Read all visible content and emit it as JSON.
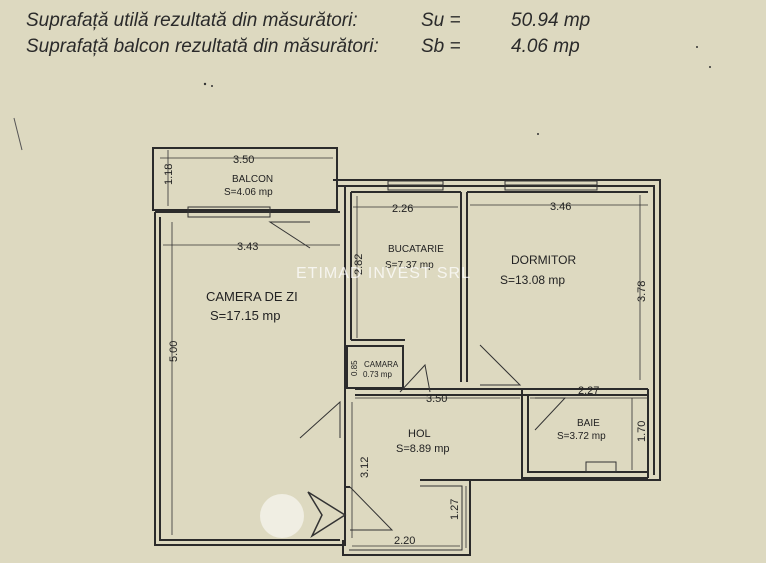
{
  "header": {
    "line1": {
      "label": "Suprafață utilă rezultată din măsurători:",
      "symbol": "Su =",
      "value": "50.94 mp"
    },
    "line2": {
      "label": "Suprafață balcon rezultată din măsurători:",
      "symbol": "Sb =",
      "value": "4.06 mp"
    }
  },
  "watermark": "ETIMAD INVEST SRL",
  "rooms": {
    "balcon": {
      "name": "BALCON",
      "area": "S=4.06 mp"
    },
    "camera_de_zi": {
      "name": "CAMERA DE ZI",
      "area": "S=17.15 mp"
    },
    "bucatarie": {
      "name": "BUCATARIE",
      "area": "S=7.37 mp"
    },
    "dormitor": {
      "name": "DORMITOR",
      "area": "S=13.08 mp"
    },
    "camara": {
      "name": "CAMARA",
      "area": "0.73 mp"
    },
    "hol": {
      "name": "HOL",
      "area": "S=8.89 mp"
    },
    "baie": {
      "name": "BAIE",
      "area": "S=3.72 mp"
    }
  },
  "dimensions": {
    "balcon_width": "3.50",
    "balcon_depth": "1.18",
    "camera_width": "3.43",
    "camera_length": "5.00",
    "bucatarie_width": "2.26",
    "bucatarie_length": "2.82",
    "dormitor_width": "3.46",
    "dormitor_length": "3.78",
    "camara_depth": "0.85",
    "hol_width": "3.50",
    "hol_length": "3.12",
    "baie_width": "2.27",
    "baie_length": "1.70",
    "entry_length": "1.27",
    "entry_width": "2.20"
  },
  "colors": {
    "paper": "#ddd9c0",
    "ink": "#2b2b2b"
  }
}
